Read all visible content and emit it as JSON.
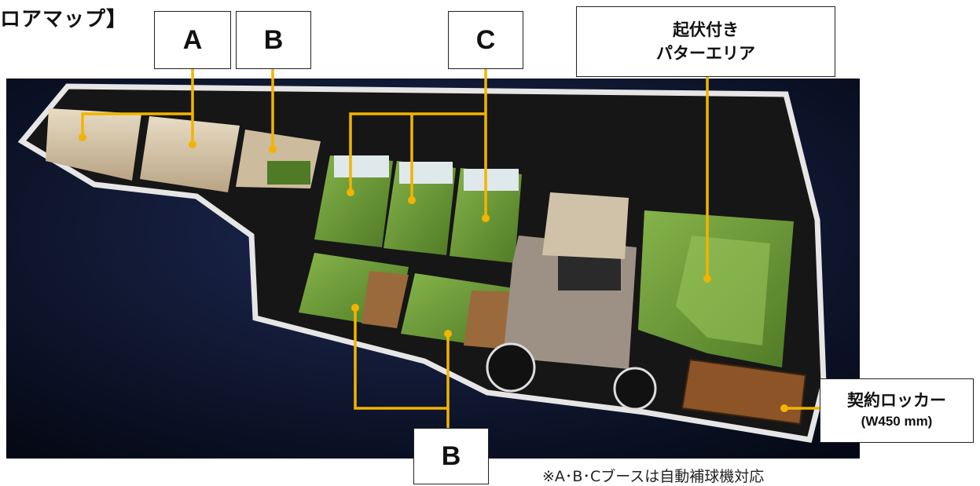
{
  "title": "ロアマップ】",
  "labels": {
    "a_top": "A",
    "b_top": "B",
    "c_top": "C",
    "putter_line1": "起伏付き",
    "putter_line2": "パターエリア",
    "locker_line1": "契約ロッカー",
    "locker_line2": "(W450 mm)",
    "b_bottom": "B"
  },
  "note": "※A･B･Cブースは自動補球機対応",
  "colors": {
    "leader_line": "#f2b400",
    "night_sky": "#0c1430",
    "turf": "#6f9a38",
    "interior": "#d7c7ac"
  }
}
